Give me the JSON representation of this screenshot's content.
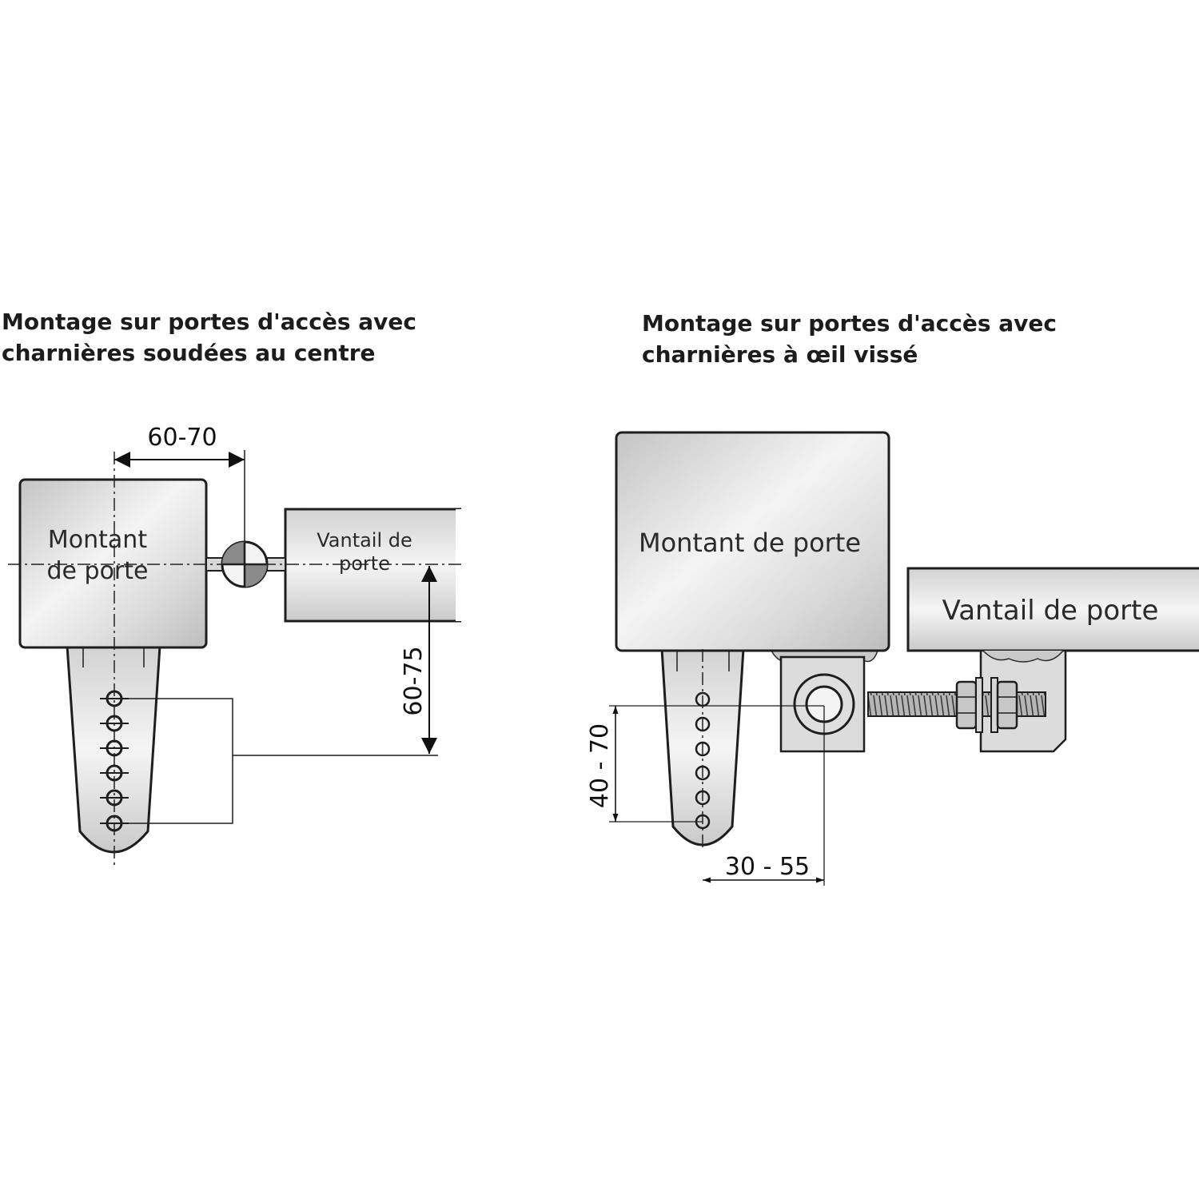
{
  "left_panel": {
    "title_line1": "Montage sur portes d'accès avec",
    "title_line2": "charnières soudées au centre",
    "post_label_line1": "Montant",
    "post_label_line2": "de porte",
    "leaf_label_line1": "Vantail de",
    "leaf_label_line2": "porte",
    "dim_horizontal": "60-70",
    "dim_vertical": "60-75"
  },
  "right_panel": {
    "title_line1": "Montage sur portes d'accès avec",
    "title_line2": "charnières à œil vissé",
    "post_label": "Montant de porte",
    "leaf_label": "Vantail de porte",
    "dim_vertical": "40 - 70",
    "dim_horizontal": "30 - 55"
  },
  "colors": {
    "steel_light": "#f2f2f2",
    "steel_mid": "#cfcfcf",
    "outline": "#1e1e1e"
  }
}
